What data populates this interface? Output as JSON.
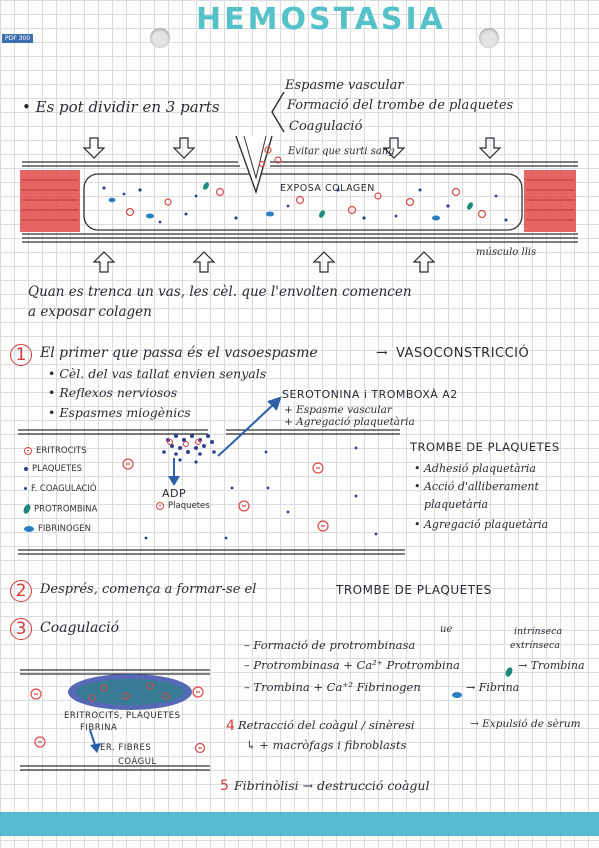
{
  "header": {
    "title": "HEMOSTASIA",
    "badge": "PDF 300",
    "accent_color": "#55c2c9",
    "bar_color": "#57bccf"
  },
  "intro": {
    "line": "• Es pot dividir en 3 parts",
    "parts": [
      "Espasme vascular",
      "Formació del trombe de plaquetes",
      "Coagulació"
    ],
    "vessel_labels": {
      "cut": "Evitar que surti sang",
      "collagen": "EXPOSA COLAGEN",
      "muscle": "músculo llis"
    },
    "sentence_1": "Quan es trenca un vas, les cèl. que l'envolten comencen",
    "sentence_2": "a exposar colagen"
  },
  "step1": {
    "number": "1",
    "heading": "El primer que passa és el vasoespasme",
    "arrow": "→",
    "result": "VASOCONSTRICCIÓ",
    "bullets": [
      "• Cèl. del vas tallat envien senyals",
      "• Reflexos nerviosos",
      "• Espasmes miogènics"
    ],
    "serotonin_title": "SEROTONINA i TROMBOXÀ A2",
    "serotonin_items": [
      "+ Espasme vascular",
      "+ Agregació plaquetària"
    ]
  },
  "legend": {
    "items": [
      "ERITROCITS",
      "PLAQUETES",
      "F. COAGULACIÓ",
      "PROTROMBINA",
      "FIBRINOGEN"
    ],
    "adp": "ADP",
    "adp_sub": "Plaquetes",
    "colors": {
      "erythrocyte": "#d84b4b",
      "platelet": "#2e3f8f",
      "prothrombin": "#1f8a7a",
      "fibrinogen": "#2a7fc0"
    }
  },
  "trombe": {
    "title": "TROMBE DE PLAQUETES",
    "items": [
      "• Adhesió plaquetària",
      "• Acció d'alliberament",
      "plaquetària",
      "• Agregació plaquetària"
    ]
  },
  "step2": {
    "number": "2",
    "text": "Després, comença a formar-se el",
    "text_caps": "TROMBE DE PLAQUETES"
  },
  "step3": {
    "number": "3",
    "heading": "Coagulació",
    "labels_top": [
      "ue",
      "intrínseca",
      "extrínseca"
    ],
    "lines": [
      "– Formació de protrombinasa",
      "– Protrombinasa + Ca²⁺  Protrombina",
      "– Trombina + Ca⁺²  Fibrinogen"
    ],
    "results": [
      "→ Trombina",
      "→ Fibrina"
    ],
    "clot_labels": [
      "ERITROCITS, PLAQUETES",
      "FIBRINA",
      "ER. FIBRES",
      "COÀGUL"
    ]
  },
  "step4": {
    "number": "4",
    "text": "Retracció del coàgul / sinèresi",
    "arrow_text": "→ Expulsió de sèrum",
    "sub": "↳ + macròfags i fibroblasts"
  },
  "step5": {
    "number": "5",
    "text": "Fibrinòlisi → destrucció coàgul"
  }
}
